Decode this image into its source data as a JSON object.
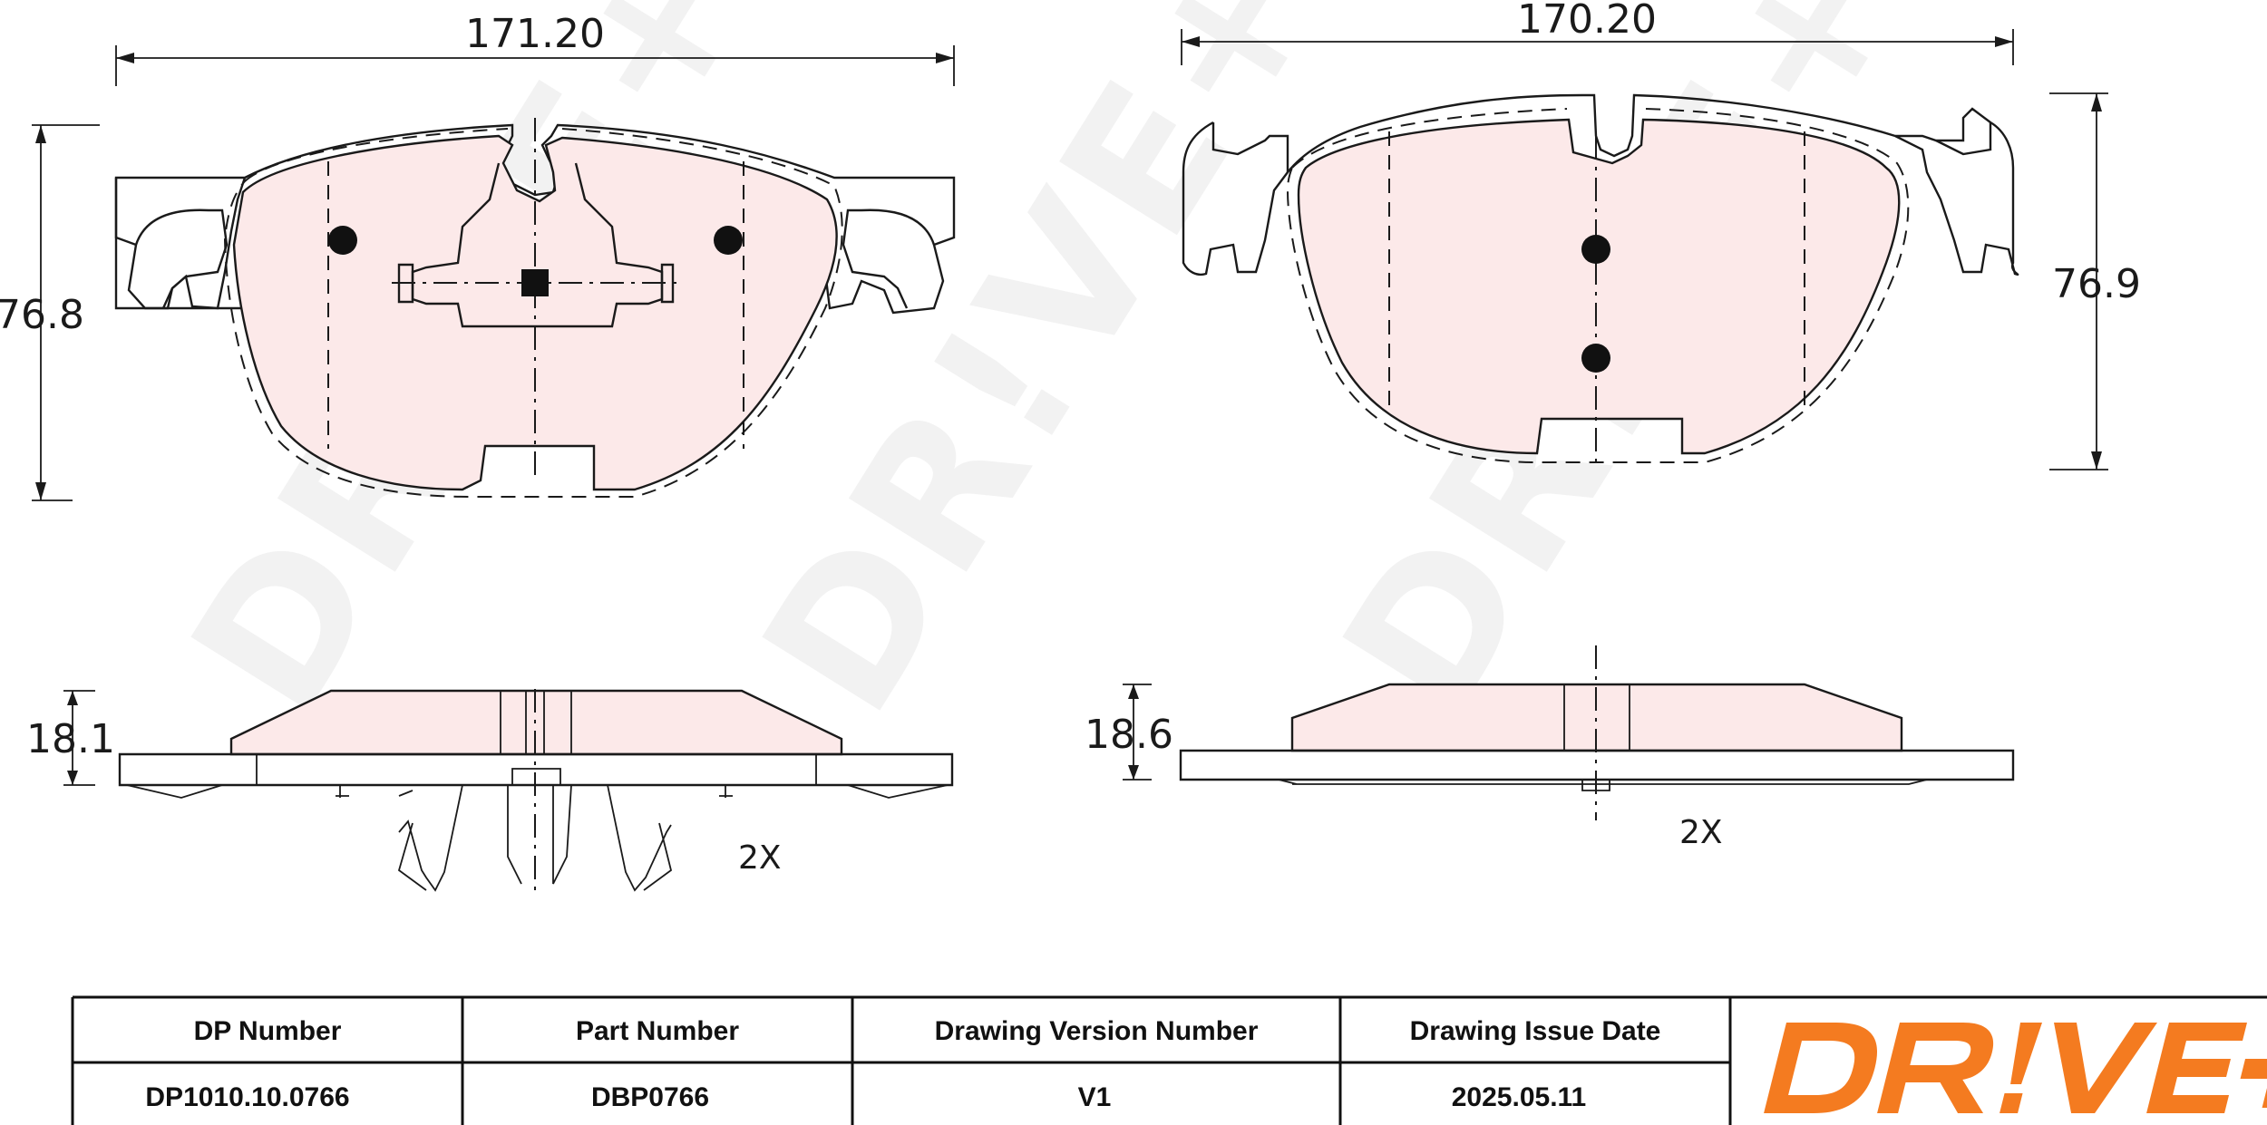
{
  "dimensions": {
    "left_width": "171.20",
    "right_width": "170.20",
    "left_height": "76.8",
    "right_height": "76.9",
    "left_thickness": "18.1",
    "right_thickness": "18.6"
  },
  "quantities": {
    "left": "2X",
    "right": "2X"
  },
  "watermark": "DR!VE+",
  "table": {
    "headers": [
      "DP Number",
      "Part Number",
      "Drawing Version Number",
      "Drawing Issue Date"
    ],
    "values": [
      "DP1010.10.0766",
      "DBP0766",
      "V1",
      "2025.05.11"
    ]
  },
  "logo": {
    "text": "DR!VE+",
    "color": "#f47b20"
  },
  "colors": {
    "friction_material": "#fce9e9",
    "line": "#1a1a1a"
  }
}
